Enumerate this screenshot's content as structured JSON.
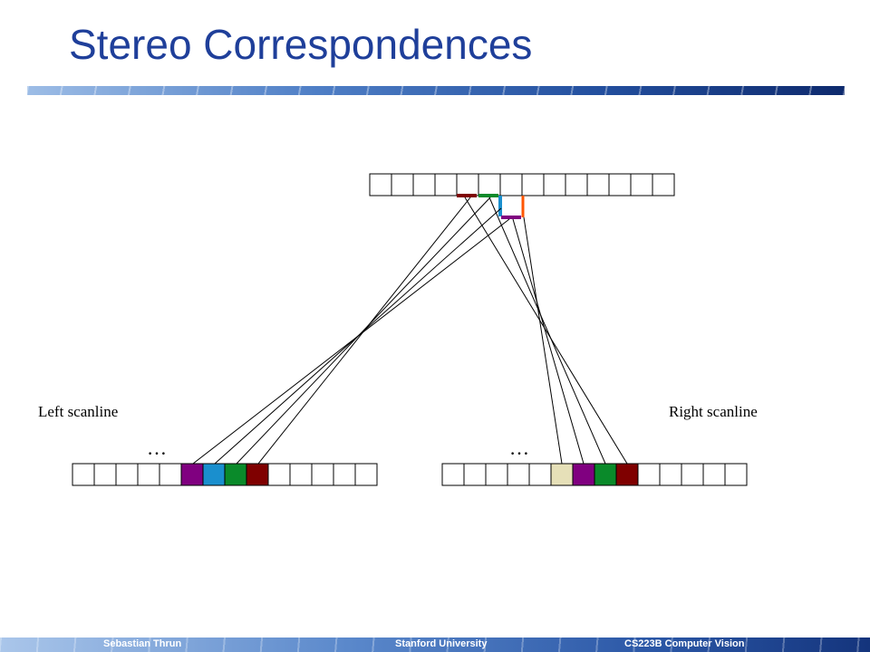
{
  "slide": {
    "title": "Stereo Correspondences"
  },
  "diagram": {
    "left_label": "Left scanline",
    "right_label": "Right scanline",
    "left_ellipsis": "…",
    "right_ellipsis": "…",
    "colors": {
      "purple": "#800080",
      "blue": "#1a8fce",
      "green": "#0a8a2a",
      "darkred": "#7f0000",
      "beige": "#e6e0b8",
      "orange": "#ff5500",
      "title_blue": "#1f3f9a"
    },
    "top_scanline_cells": 14,
    "left_scanline": {
      "cells": 14,
      "colored": [
        {
          "index": 5,
          "color": "#800080"
        },
        {
          "index": 6,
          "color": "#1a8fce"
        },
        {
          "index": 7,
          "color": "#0a8a2a"
        },
        {
          "index": 8,
          "color": "#7f0000"
        }
      ]
    },
    "right_scanline": {
      "cells": 14,
      "colored": [
        {
          "index": 5,
          "color": "#e6e0b8"
        },
        {
          "index": 6,
          "color": "#800080"
        },
        {
          "index": 7,
          "color": "#0a8a2a"
        },
        {
          "index": 8,
          "color": "#7f0000"
        }
      ]
    }
  },
  "footer": {
    "author": "Sebastian Thrun",
    "institution": "Stanford University",
    "course": "CS223B Computer Vision"
  }
}
